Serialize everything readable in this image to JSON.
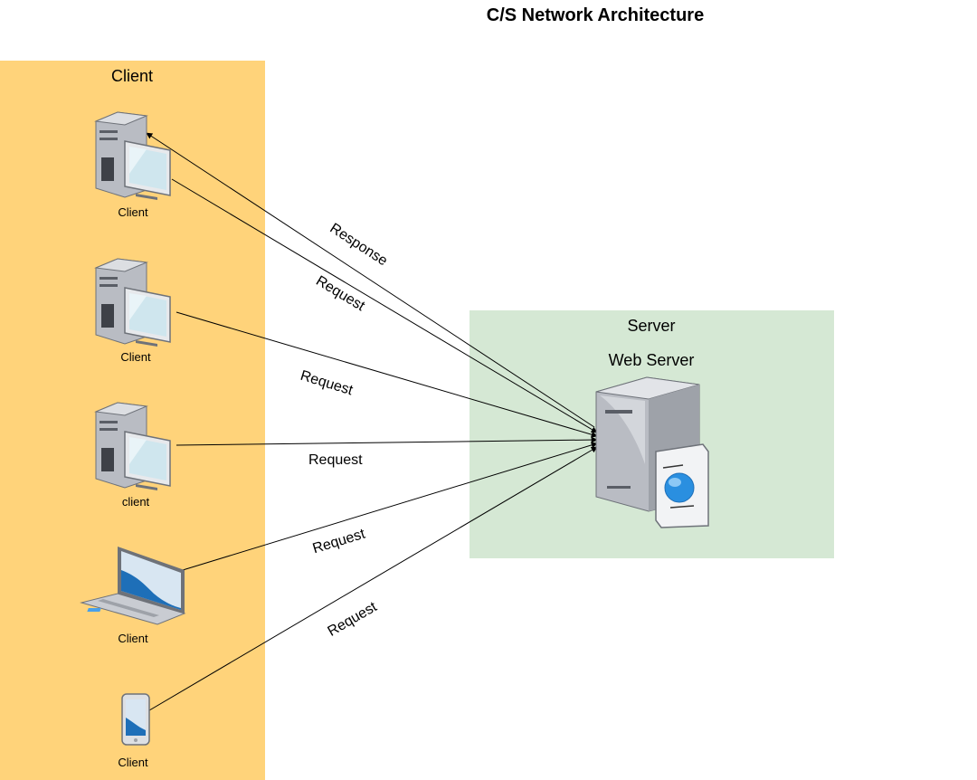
{
  "diagram": {
    "title": "C/S Network Architecture",
    "client_zone": {
      "label": "Client"
    },
    "server_zone": {
      "label": "Server",
      "node_label": "Web Server"
    },
    "clients": [
      {
        "label": "Client",
        "icon": "desktop-computer-icon"
      },
      {
        "label": "Client",
        "icon": "desktop-computer-icon"
      },
      {
        "label": "client",
        "icon": "desktop-computer-icon"
      },
      {
        "label": "Client",
        "icon": "laptop-icon"
      },
      {
        "label": "Client",
        "icon": "mobile-phone-icon"
      }
    ],
    "edges": [
      {
        "label": "Response"
      },
      {
        "label": "Request"
      },
      {
        "label": "Request"
      },
      {
        "label": "Request"
      },
      {
        "label": "Request"
      },
      {
        "label": "Request"
      }
    ],
    "server_icon": "web-server-icon",
    "colors": {
      "client_zone": "#FFD37A",
      "server_zone": "#D5E8D4",
      "screen_blue": "#1E6FB8",
      "globe_blue": "#2A8FE0"
    }
  }
}
